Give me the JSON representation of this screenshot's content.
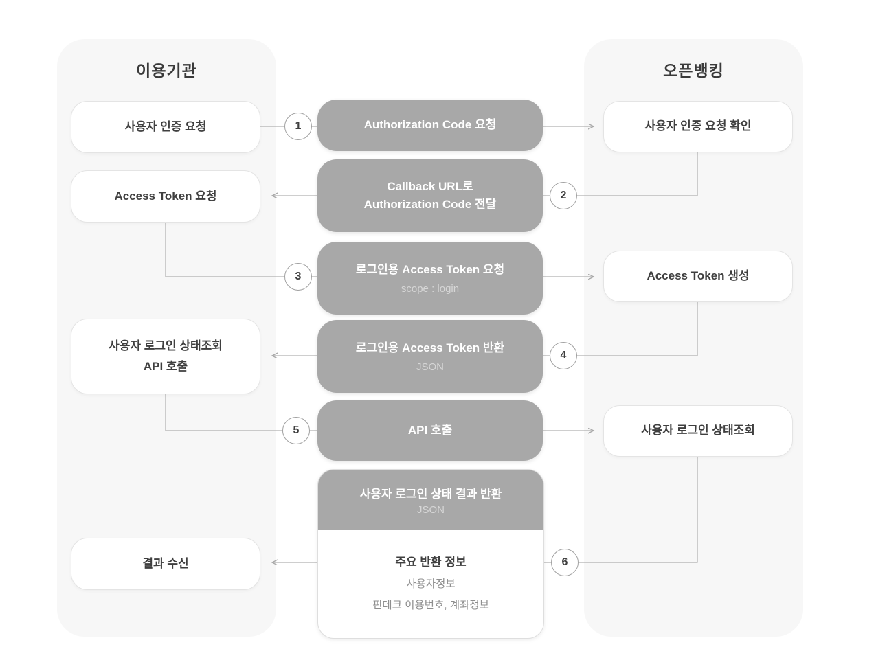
{
  "headers": {
    "left": "이용기관",
    "right": "오픈뱅킹"
  },
  "left_nodes": [
    {
      "lines": [
        "사용자 인증 요청"
      ]
    },
    {
      "lines": [
        "Access Token 요청"
      ]
    },
    {
      "lines": [
        "사용자 로그인 상태조회",
        "API 호출"
      ]
    },
    {
      "lines": [
        "결과 수신"
      ]
    }
  ],
  "right_nodes": [
    {
      "lines": [
        "사용자 인증 요청 확인"
      ]
    },
    {
      "lines": [
        "Access Token 생성"
      ]
    },
    {
      "lines": [
        "사용자 로그인 상태조회"
      ]
    }
  ],
  "steps": [
    {
      "num": "1",
      "title_lines": [
        "Authorization Code 요청"
      ]
    },
    {
      "num": "2",
      "title_lines": [
        "Callback URL로",
        "Authorization Code 전달"
      ]
    },
    {
      "num": "3",
      "title_lines": [
        "로그인용 Access Token 요청"
      ],
      "subtitle": "scope : login"
    },
    {
      "num": "4",
      "title_lines": [
        "로그인용 Access Token 반환"
      ],
      "subtitle": "JSON"
    },
    {
      "num": "5",
      "title_lines": [
        "API 호출"
      ]
    },
    {
      "num": "6",
      "title_lines": [
        "사용자 로그인 상태 결과 반환"
      ],
      "subtitle": "JSON",
      "detail": {
        "title": "주요 반환 정보",
        "lines": [
          "사용자정보",
          "핀테크 이용번호, 계좌정보"
        ]
      }
    }
  ],
  "colors": {
    "step_fill": "#a8a8a8",
    "panel_bg": "#f7f7f7",
    "connector": "#b0b0b0",
    "text_dark": "#3f3f3f",
    "step_subtitle": "#d6d6d6",
    "detail_text": "#8f8f8f",
    "node_border": "#e4e4e4"
  }
}
